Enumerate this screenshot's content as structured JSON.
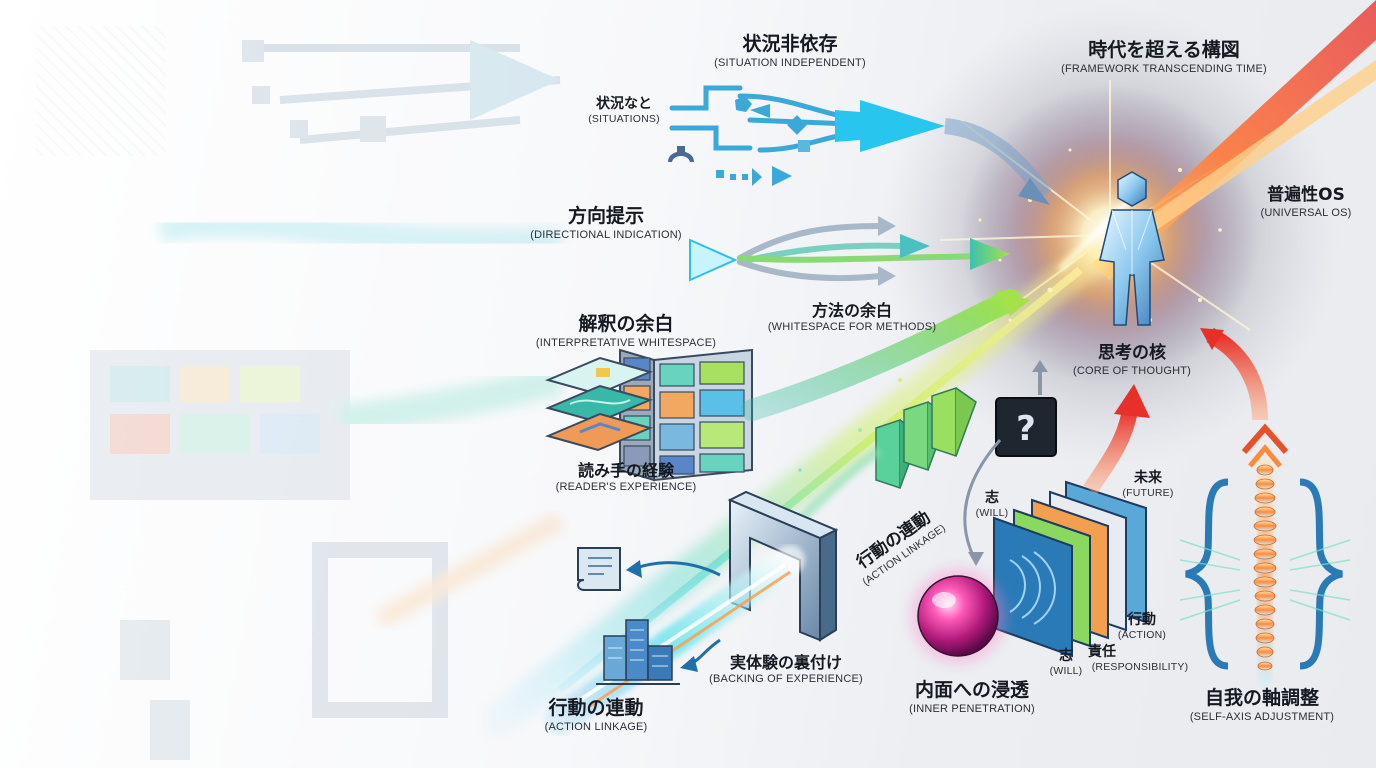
{
  "labels": {
    "situation_independent": {
      "jp": "状況非依存",
      "en": "(SITUATION INDEPENDENT)"
    },
    "situations": {
      "jp": "状況なと",
      "en": "(SITUATIONS)"
    },
    "framework": {
      "jp": "時代を超える構図",
      "en": "(FRAMEWORK TRANSCENDING TIME)"
    },
    "universal_os": {
      "jp": "普遍性OS",
      "en": "(UNIVERSAL OS)"
    },
    "directional": {
      "jp": "方向提示",
      "en": "(DIRECTIONAL INDICATION)"
    },
    "whitespace_methods": {
      "jp": "方法の余白",
      "en": "(WHITESPACE FOR METHODS)"
    },
    "interpretive": {
      "jp": "解釈の余白",
      "en": "(INTERPRETATIVE WHITESPACE)"
    },
    "core": {
      "jp": "思考の核",
      "en": "(CORE OF THOUGHT)"
    },
    "reader_experience": {
      "jp": "読み手の経験",
      "en": "(READER'S EXPERIENCE)"
    },
    "action_linkage_diag": {
      "jp": "行動の連動",
      "en": "(ACTION LINKAGE)"
    },
    "will_top": {
      "jp": "志",
      "en": "(WILL)"
    },
    "future": {
      "jp": "未来",
      "en": "(FUTURE)"
    },
    "action": {
      "jp": "行動",
      "en": "(ACTION)"
    },
    "responsibility": {
      "jp": "責任",
      "en": "(RESPONSIBILITY)"
    },
    "will_bottom": {
      "jp": "志",
      "en": "(WILL)"
    },
    "backing": {
      "jp": "実体験の裏付け",
      "en": "(BACKING OF EXPERIENCE)"
    },
    "action_linkage": {
      "jp": "行動の連動",
      "en": "(ACTION LINKAGE)"
    },
    "inner": {
      "jp": "内面への浸透",
      "en": "(INNER PENETRATION)"
    },
    "self_axis": {
      "jp": "自我の軸調整",
      "en": "(SELF-AXIS ADJUSTMENT)"
    }
  },
  "icons": {
    "core_figure": "crystal-human-icon",
    "mystery": "question-mark-icon",
    "sphere": "glowing-sphere-icon",
    "spine": "spine-icon",
    "brackets": "curly-brace-icon",
    "document": "document-scroll-icon",
    "buildings": "city-buildings-icon",
    "portal": "portal-frame-icon"
  },
  "colors": {
    "cyan": "#38c8e8",
    "teal": "#2fb8a8",
    "green": "#8ed84a",
    "red": "#e8403a",
    "orange": "#ff9a3a",
    "blue_dark": "#1f6fa8",
    "magenta": "#d8309a"
  }
}
